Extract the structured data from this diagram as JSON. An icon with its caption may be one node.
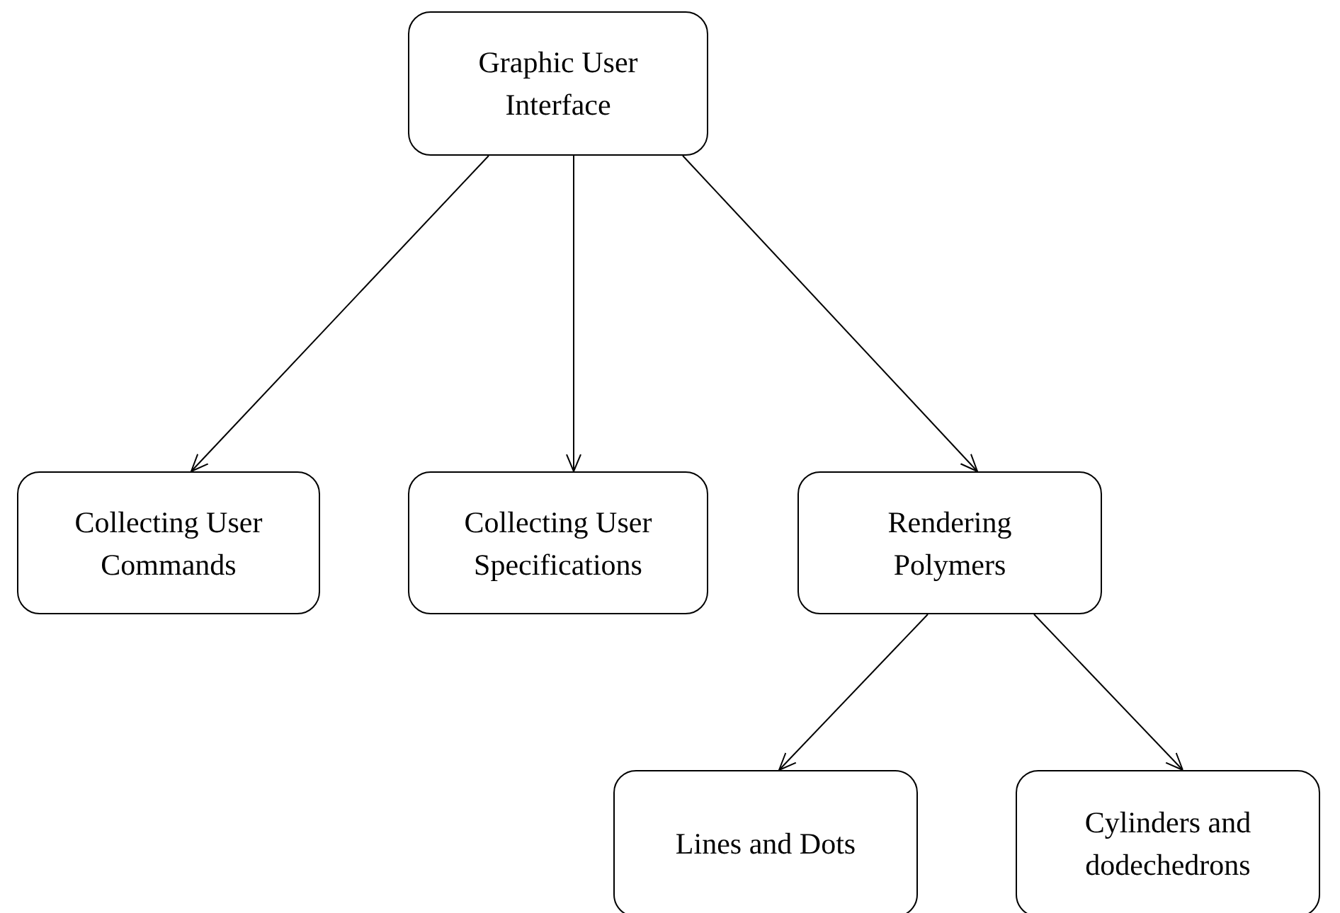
{
  "diagram": {
    "nodes": [
      {
        "text": [
          "Graphic User Interface"
        ]
      },
      {
        "text": [
          "Collecting User Commands"
        ]
      },
      {
        "text": [
          "Collecting User Specifications"
        ]
      },
      {
        "text": [
          "Rendering Polymers"
        ]
      },
      {
        "text": [
          "Lines and Dots"
        ]
      },
      {
        "text": [
          "Cylinders and dodechedrons"
        ]
      }
    ],
    "edges": [
      {
        "from": 0,
        "to": 1,
        "arrow": "to"
      },
      {
        "from": 0,
        "to": 2,
        "arrow": "to"
      },
      {
        "from": 0,
        "to": 3,
        "arrow": "to"
      },
      {
        "from": 3,
        "to": 4,
        "arrow": "to"
      },
      {
        "from": 3,
        "to": 5,
        "arrow": "to"
      }
    ]
  }
}
